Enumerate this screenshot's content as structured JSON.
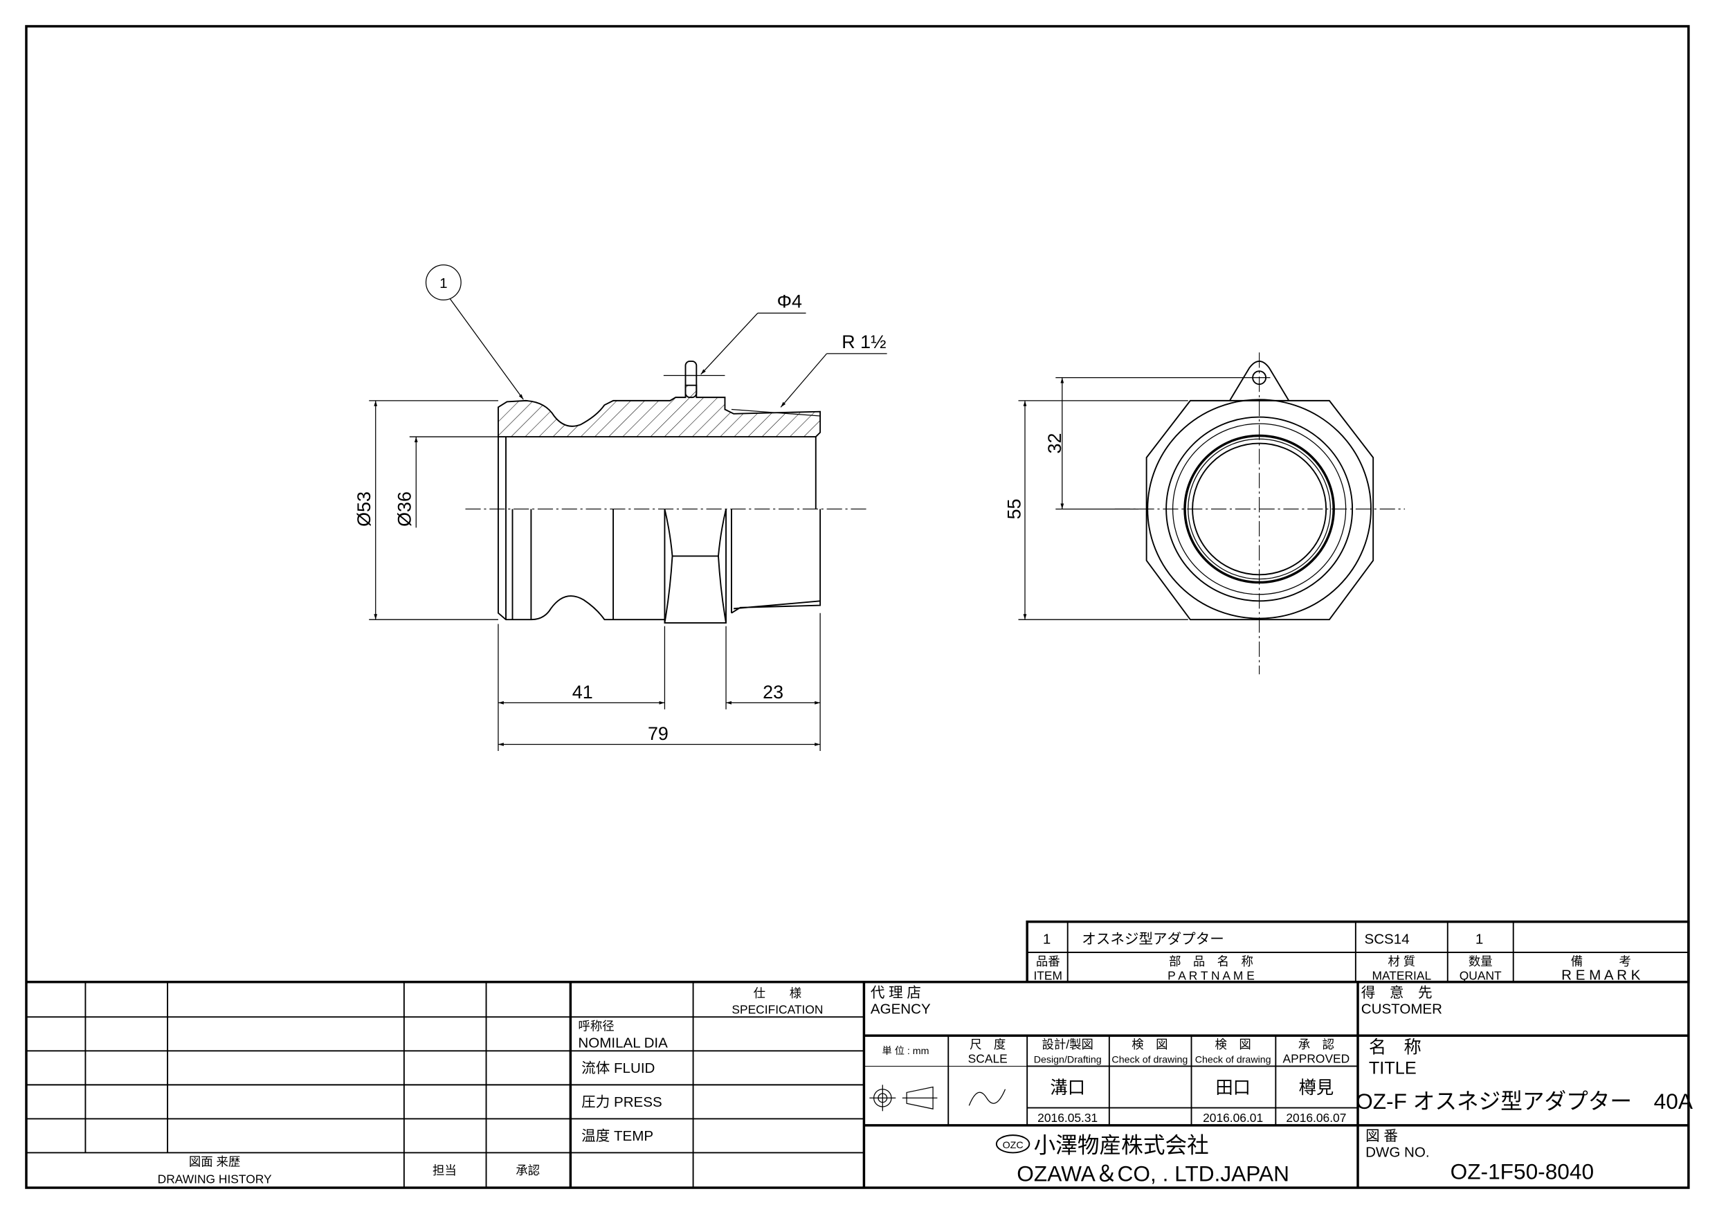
{
  "drawing": {
    "balloon": "1",
    "pin_dia": "Φ4",
    "thread": "R 1½",
    "dim_outer_dia": "Ø53",
    "dim_bore_dia": "Ø36",
    "dim_41": "41",
    "dim_23": "23",
    "dim_79": "79",
    "dim_32": "32",
    "dim_55": "55"
  },
  "parts_list": {
    "row": {
      "item": "1",
      "part_name": "オスネジ型アダプター",
      "material": "SCS14",
      "quant": "1",
      "remark": ""
    },
    "headers": {
      "item_jp": "品番",
      "item_en": "ITEM",
      "part_jp": "部　品　名　称",
      "part_en": "P A R T   N A M E",
      "material_jp": "材 質",
      "material_en": "MATERIAL",
      "quant_jp": "数量",
      "quant_en": "QUANT",
      "remark_jp": "備　　　考",
      "remark_en": "R E M A R K"
    }
  },
  "history": {
    "label_jp": "図面 来歴",
    "label_en": "DRAWING HISTORY",
    "in_charge": "担当",
    "approval": "承認"
  },
  "spec": {
    "header_jp": "仕　　様",
    "header_en": "SPECIFICATION",
    "rows": [
      {
        "label_jp": "呼称径",
        "label_en": "NOMILAL  DIA",
        "value": ""
      },
      {
        "label": "流体  FLUID",
        "value": ""
      },
      {
        "label": "圧力  PRESS",
        "value": ""
      },
      {
        "label": "温度  TEMP",
        "value": ""
      }
    ]
  },
  "agency": {
    "label_jp": "代 理 店",
    "label_en": "AGENCY"
  },
  "approvals": {
    "unit": "単 位 : mm",
    "scale_jp": "尺　度",
    "scale_en": "SCALE",
    "design_jp": "設計/製図",
    "design_en": "Design/Drafting",
    "check1_jp": "検　図",
    "check1_en": "Check of drawing",
    "check2_jp": "検　図",
    "check2_en": "Check of drawing",
    "approved_jp": "承　認",
    "approved_en": "APPROVED",
    "names": [
      "溝口",
      "",
      "田口",
      "樽見"
    ],
    "dates": [
      "2016.05.31",
      "",
      "2016.06.01",
      "2016.06.07"
    ]
  },
  "company": {
    "logo": "OZC",
    "name_jp": "小澤物産株式会社",
    "name_en": "OZAWA＆CO, . LTD.JAPAN"
  },
  "customer": {
    "label_jp": "得　意　先",
    "label_en": "CUSTOMER"
  },
  "title": {
    "label_jp": "名　称",
    "label_en": "TITLE",
    "value": "OZ-F オスネジ型アダプター　40A"
  },
  "dwg": {
    "label_jp": "図 番",
    "label_en": "DWG  NO.",
    "value": "OZ-1F50-8040"
  }
}
